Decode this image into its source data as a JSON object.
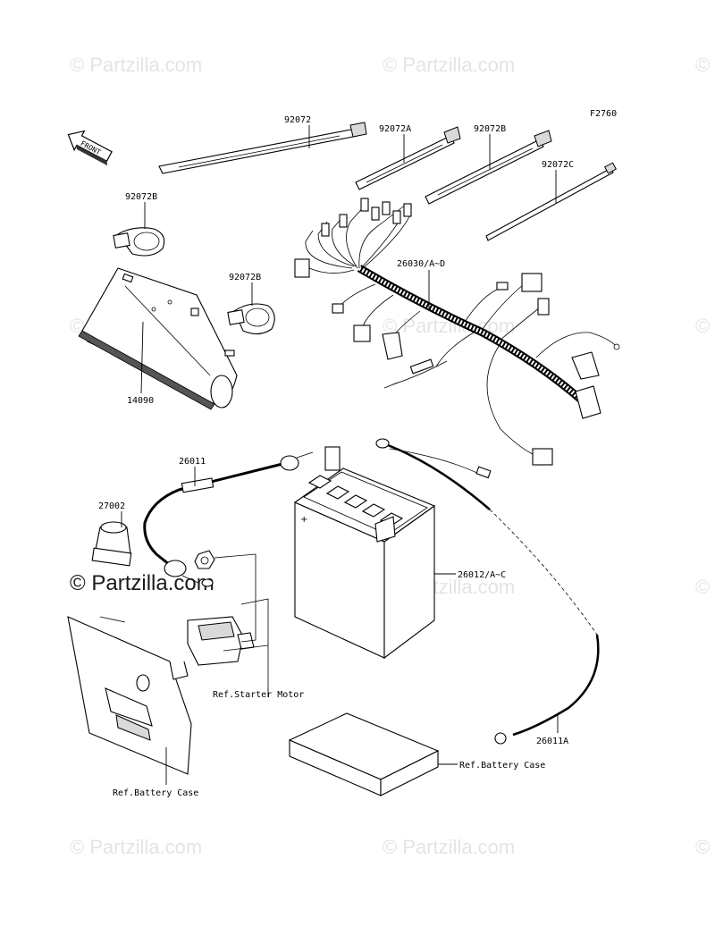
{
  "figure_code": "F2760",
  "front_label": "FRONT",
  "watermark": "© Partzilla.com",
  "labels": {
    "p92072": "92072",
    "p92072A": "92072A",
    "p92072B_top": "92072B",
    "p92072C": "92072C",
    "p92072B_left1": "92072B",
    "p92072B_left2": "92072B",
    "p26030": "26030/A~D",
    "p14090": "14090",
    "p26011": "26011",
    "p27002": "27002",
    "p26012": "26012/A~C",
    "ref_starter": "Ref.Starter Motor",
    "p26011A": "26011A",
    "ref_battery_case_1": "Ref.Battery Case",
    "ref_battery_case_2": "Ref.Battery Case"
  }
}
